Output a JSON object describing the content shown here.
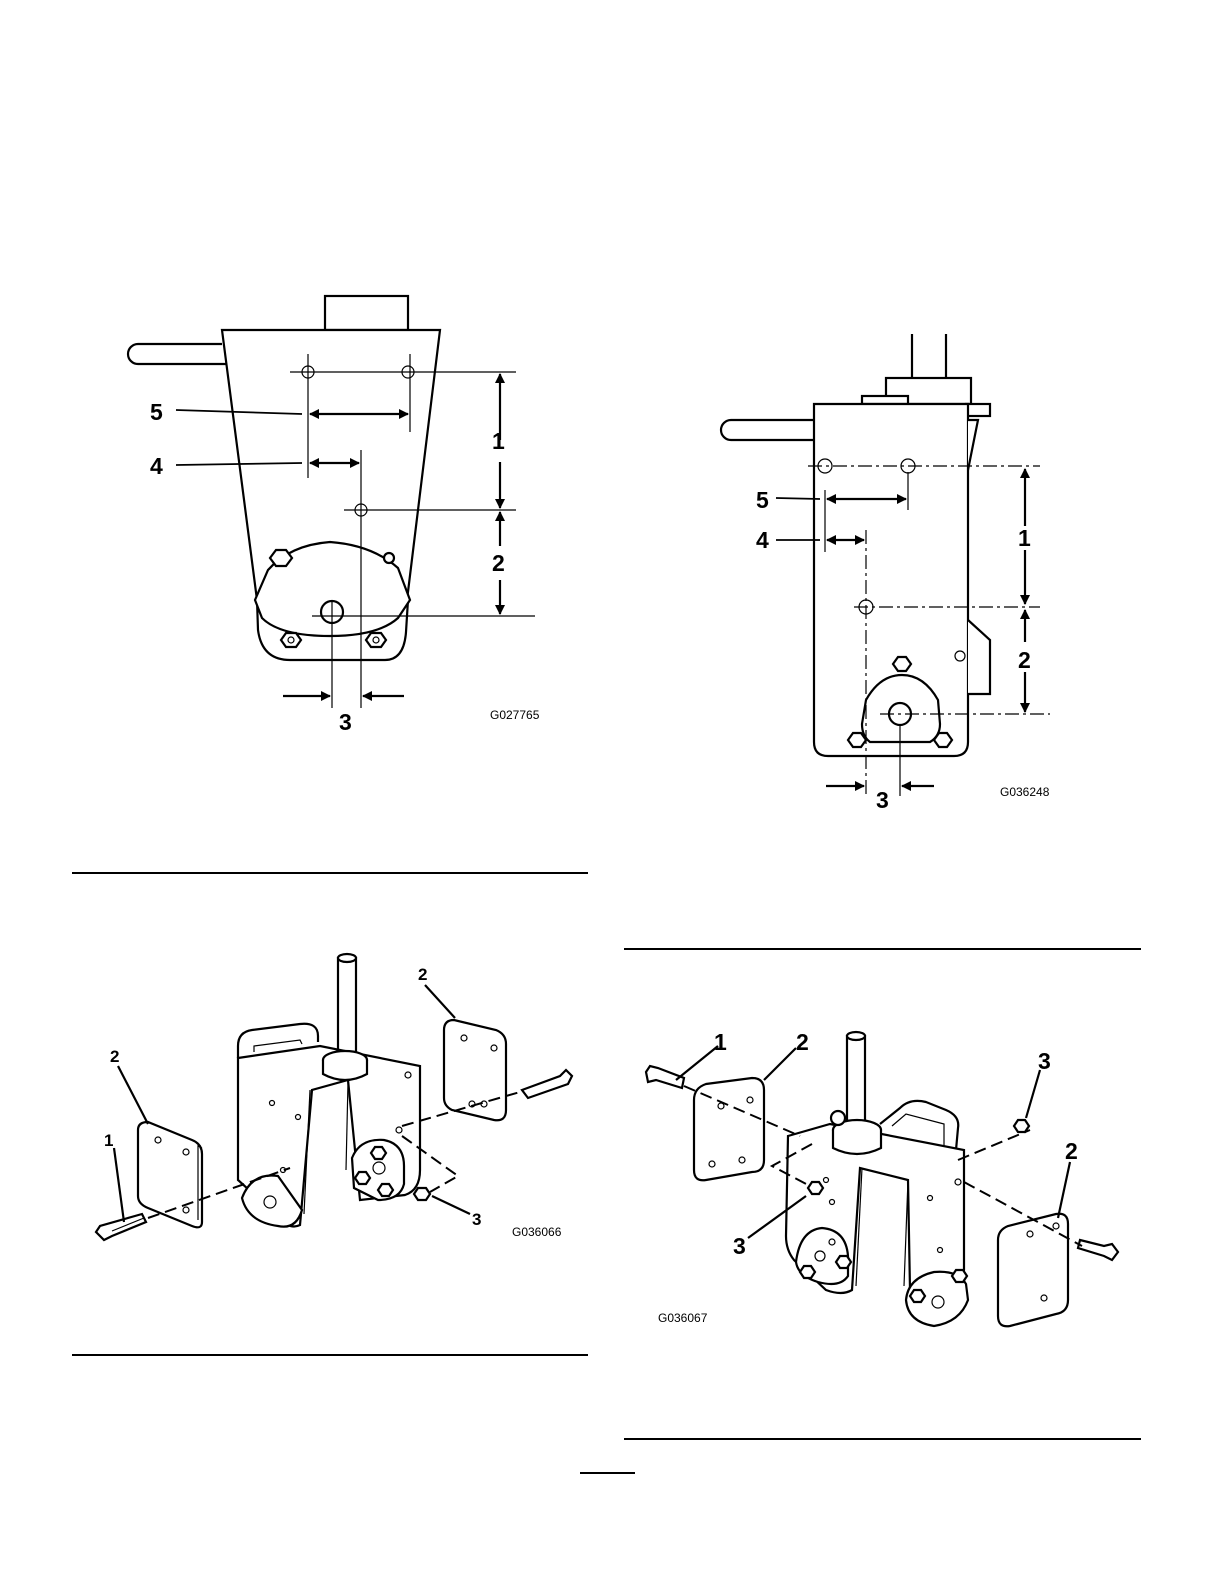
{
  "figures": [
    {
      "id": "G027765",
      "callouts": [
        "1",
        "2",
        "3",
        "4",
        "5"
      ]
    },
    {
      "id": "G036248",
      "callouts": [
        "1",
        "2",
        "3",
        "4",
        "5"
      ]
    },
    {
      "id": "G036066",
      "callouts": [
        "2",
        "2",
        "1",
        "3"
      ]
    },
    {
      "id": "G036067",
      "callouts": [
        "1",
        "2",
        "3",
        "2",
        "3"
      ]
    }
  ]
}
